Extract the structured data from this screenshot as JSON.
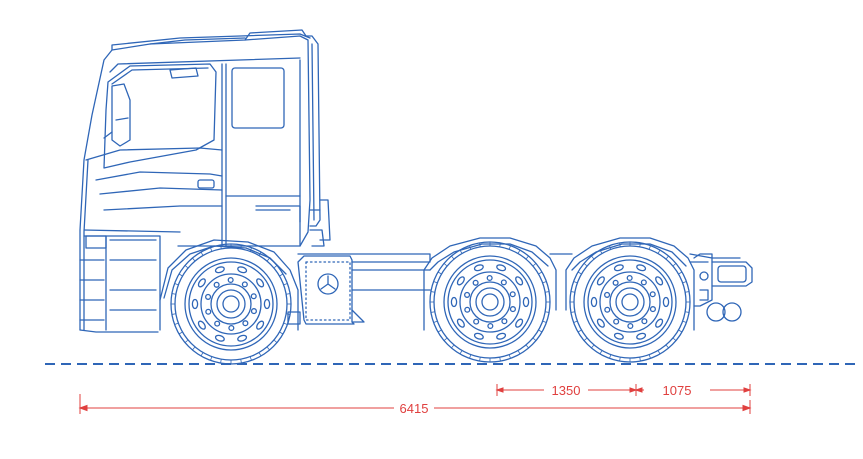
{
  "colors": {
    "line": "#2f66b7",
    "line_light": "#6d95d2",
    "ground": "#2f66b7",
    "dimension": "#e0403f",
    "background": "#ffffff"
  },
  "dimensions": {
    "overall_length": "6415",
    "axle_spacing_1": "1350",
    "axle_spacing_2": "1075"
  }
}
